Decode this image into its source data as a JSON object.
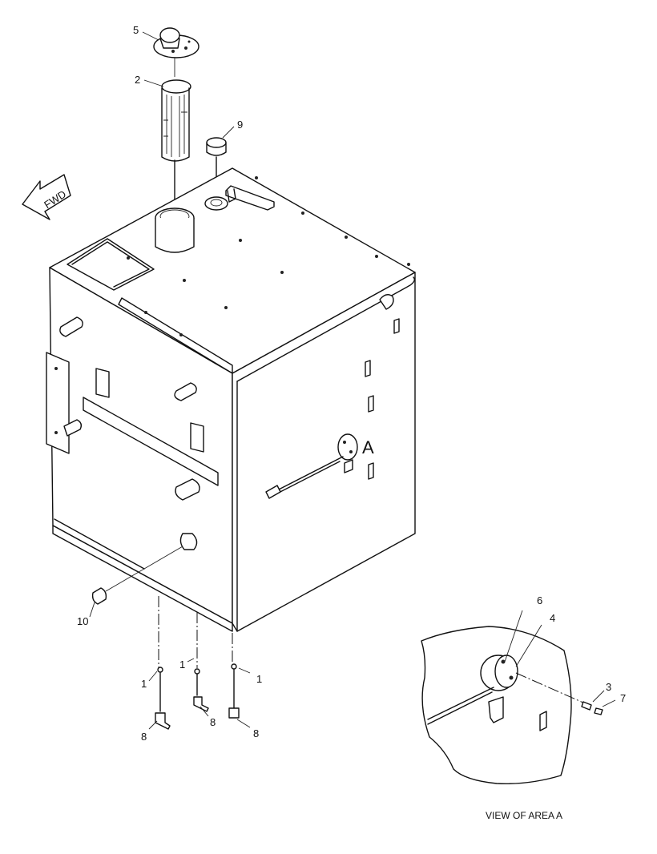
{
  "diagram": {
    "fwd_label": "FWD",
    "area_marker": "A",
    "view_caption": "VIEW OF AREA A",
    "callouts": {
      "c5": "5",
      "c2": "2",
      "c9": "9",
      "c10": "10",
      "c1a": "1",
      "c1b": "1",
      "c1c": "1",
      "c8a": "8",
      "c8b": "8",
      "c8c": "8",
      "c6": "6",
      "c4": "4",
      "c3": "3",
      "c7": "7"
    }
  }
}
